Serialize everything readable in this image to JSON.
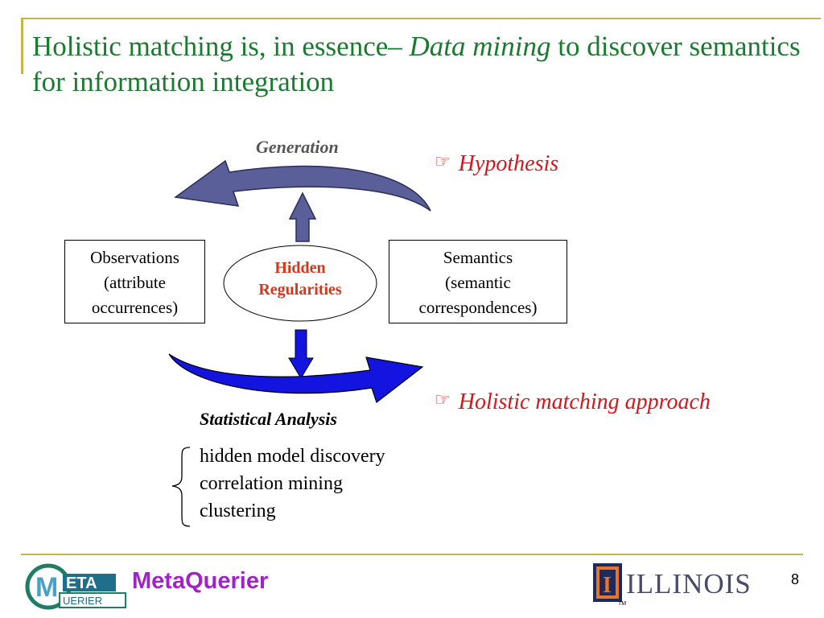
{
  "slide": {
    "title_part1": "Holistic matching is, in essence– ",
    "title_emph": "Data mining",
    "title_part2": " to discover semantics for information integration",
    "page_number": "8"
  },
  "diagram": {
    "generation_label": "Generation",
    "hypothesis_label": "Hypothesis",
    "observations_box": [
      "Observations",
      "(attribute",
      "occurrences)"
    ],
    "hidden_regularities": [
      "Hidden",
      "Regularities"
    ],
    "semantics_box": [
      "Semantics",
      "(semantic",
      "correspondences)"
    ],
    "holistic_label": "Holistic matching approach",
    "statistical_analysis": "Statistical Analysis",
    "methods": [
      "hidden model discovery",
      "correlation mining",
      "clustering"
    ],
    "pointer_glyph": "☞"
  },
  "footer": {
    "logo_letters_top": "ETA",
    "logo_letters_bottom": "UERIER",
    "logo_initial": "M",
    "brand_text": "MetaQuerier",
    "illinois_text": "ILLINOIS",
    "illinois_mark": "I",
    "trademark": "TM"
  },
  "colors": {
    "title_green": "#1a7a2f",
    "accent_red": "#d6161b",
    "rule_gold": "#c9b44a",
    "upper_arrow": "#5a5f9a",
    "lower_arrow": "#1414e0",
    "brand_purple": "#a222c8"
  }
}
